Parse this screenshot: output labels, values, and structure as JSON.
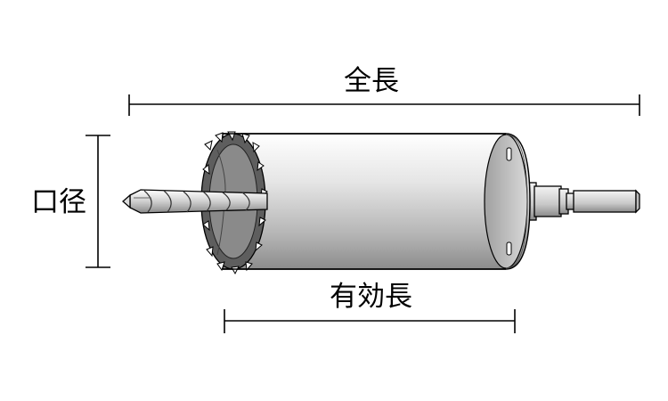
{
  "labels": {
    "total_length": "全長",
    "diameter": "口径",
    "effective_length": "有効長"
  },
  "colors": {
    "line": "#000000",
    "body_light": "#f2f2f2",
    "body_dark": "#9a9a9a",
    "teeth": "#6e6e6e",
    "bit": "#cfcfcf"
  },
  "icons": {
    "tool": "core-drill-bit"
  }
}
